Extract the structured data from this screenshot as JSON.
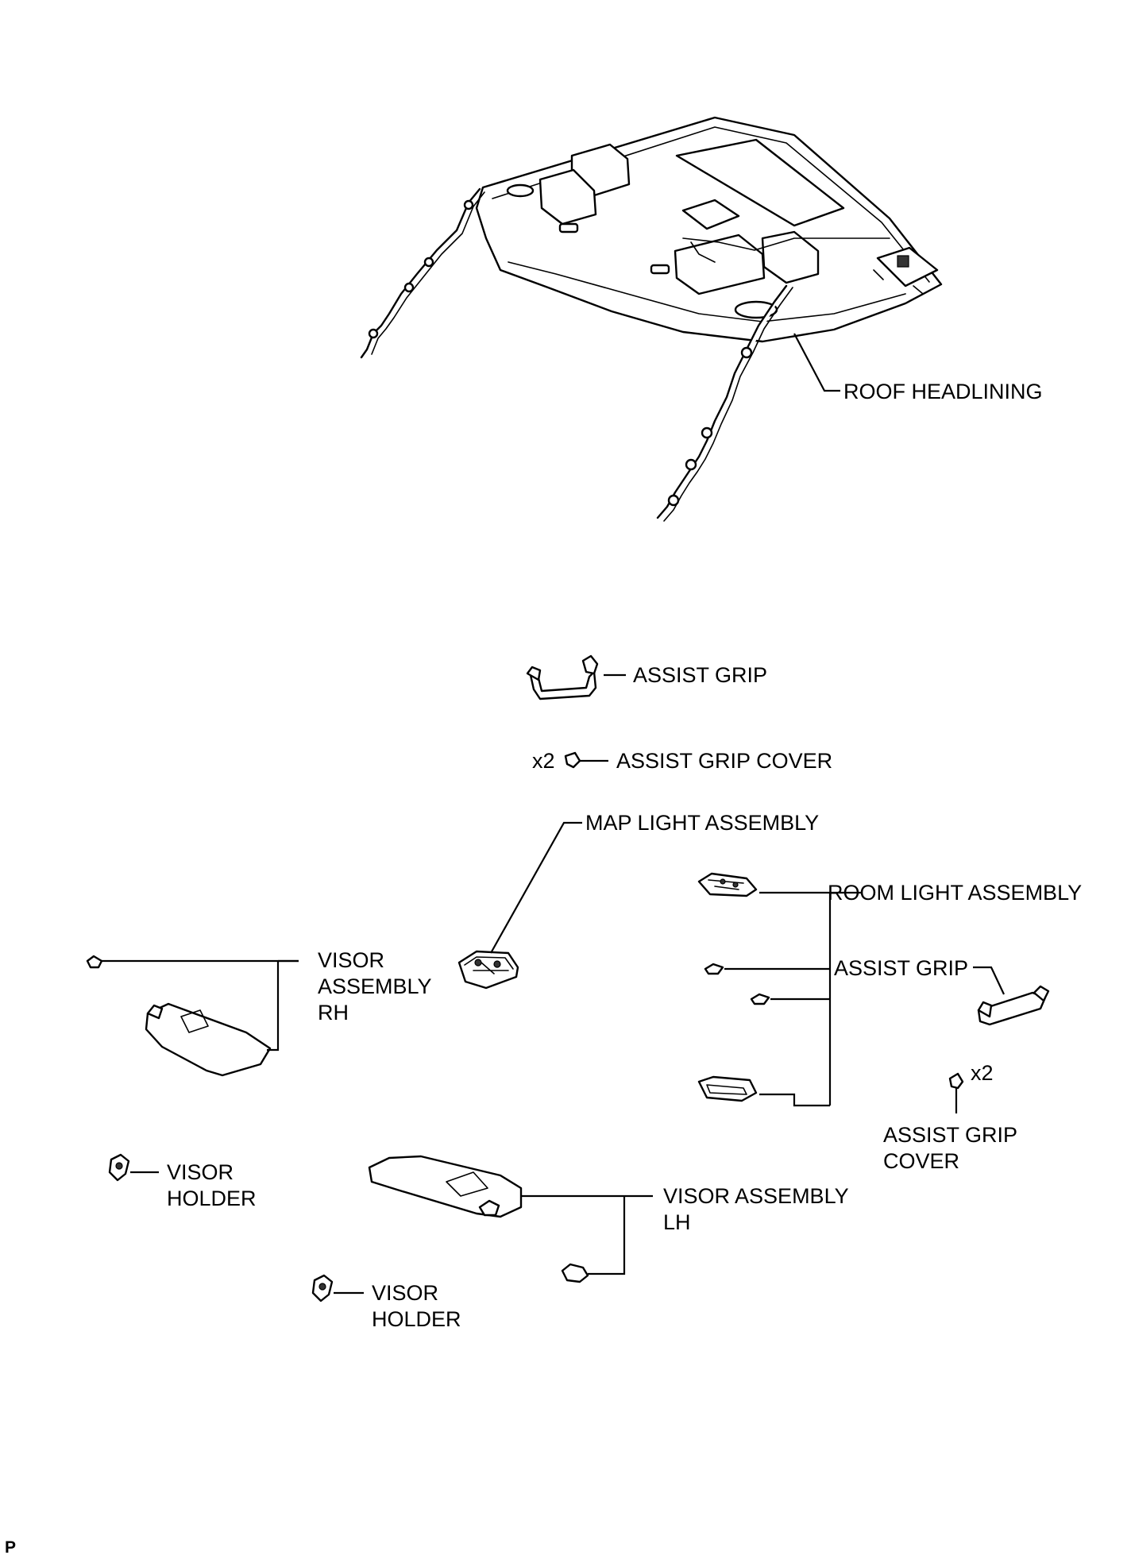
{
  "labels": {
    "roof_headlining": "ROOF HEADLINING",
    "assist_grip_top": "ASSIST GRIP",
    "assist_grip_cover_top_qty": "x2",
    "assist_grip_cover_top": "ASSIST GRIP COVER",
    "map_light_assembly": "MAP LIGHT ASSEMBLY",
    "room_light_assembly": "ROOM LIGHT ASSEMBLY",
    "visor_assembly_rh_1": "VISOR",
    "visor_assembly_rh_2": "ASSEMBLY",
    "visor_assembly_rh_3": "RH",
    "assist_grip_right": "ASSIST GRIP",
    "assist_grip_cover_right_qty": "x2",
    "assist_grip_cover_right_1": "ASSIST GRIP",
    "assist_grip_cover_right_2": "COVER",
    "visor_holder_left_1": "VISOR",
    "visor_holder_left_2": "HOLDER",
    "visor_assembly_lh_1": "VISOR ASSEMBLY",
    "visor_assembly_lh_2": "LH",
    "visor_holder_bottom_1": "VISOR",
    "visor_holder_bottom_2": "HOLDER"
  },
  "footer": {
    "code": "P"
  }
}
